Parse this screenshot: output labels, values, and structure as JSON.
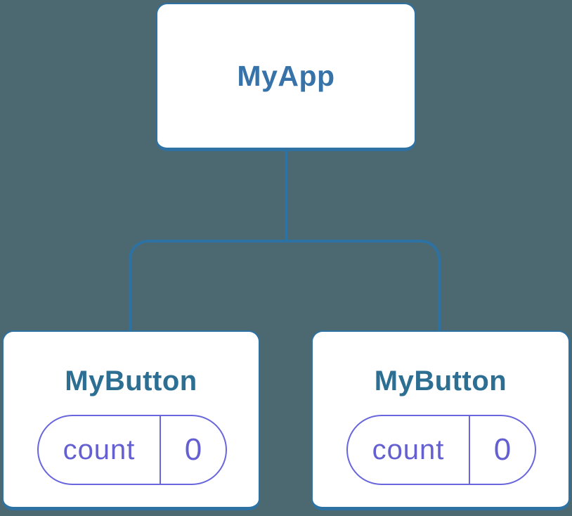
{
  "colors": {
    "background": "#4C6972",
    "node-bg": "#FFFFFF",
    "line-blue": "#2E72A3",
    "root-title": "#3773A8",
    "child-title": "#2D6E93",
    "pill-purple": "#6966DD",
    "pill-text": "#6460D2"
  },
  "tree": {
    "root": {
      "label": "MyApp"
    },
    "children": [
      {
        "label": "MyButton",
        "state": {
          "key": "count",
          "value": "0"
        }
      },
      {
        "label": "MyButton",
        "state": {
          "key": "count",
          "value": "0"
        }
      }
    ]
  }
}
